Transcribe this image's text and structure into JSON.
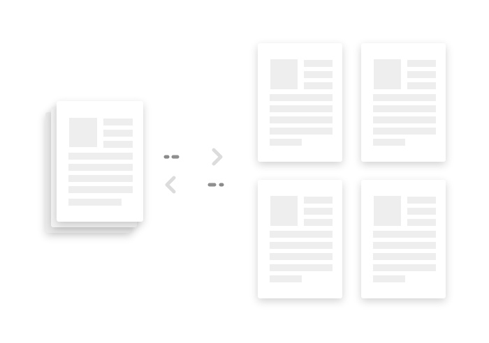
{
  "diagram": {
    "source": {
      "kind": "document-stack",
      "layers": 3
    },
    "targets": {
      "kind": "document",
      "count": 4
    },
    "arrows": [
      {
        "direction": "right"
      },
      {
        "direction": "left"
      }
    ],
    "colors": {
      "page": "#ffffff",
      "placeholder": "#eeeeee",
      "arrow": "#8a8a8a"
    }
  }
}
